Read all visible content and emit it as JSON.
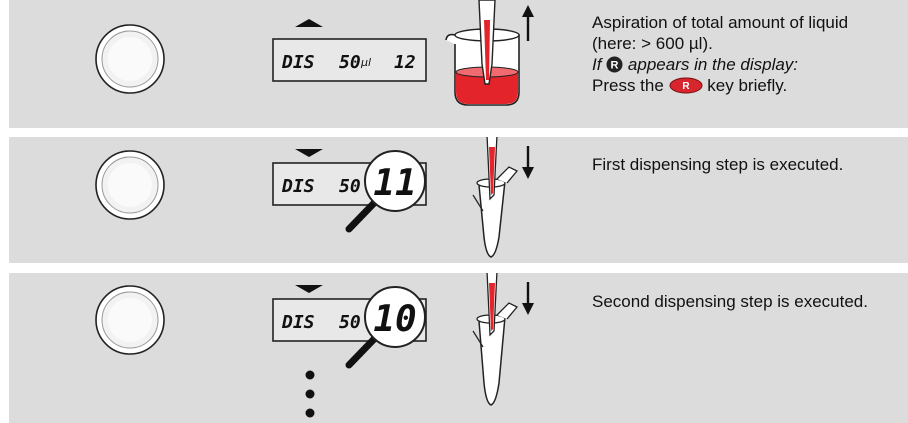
{
  "steps": [
    {
      "display": {
        "mode": "DIS",
        "volume": "50",
        "unit": "µl",
        "count": "12"
      },
      "text": {
        "line1": "Aspiration of total amount of liquid (here: > 600 µl).",
        "italic_prefix": "If",
        "italic_suffix": "appears in the display:",
        "press_prefix": "Press the",
        "press_suffix": "key briefly."
      },
      "r_badge": "R",
      "r_key": "R"
    },
    {
      "display": {
        "mode": "DIS",
        "volume": "50",
        "count": "11"
      },
      "text": {
        "line1": "First dispensing step is executed."
      }
    },
    {
      "display": {
        "mode": "DIS",
        "volume": "50",
        "count": "10"
      },
      "text": {
        "line1": "Second dispensing step is executed."
      }
    }
  ],
  "colors": {
    "panel": "#dcdcdc",
    "liquid": "#e3242b",
    "key": "#d7262e"
  }
}
